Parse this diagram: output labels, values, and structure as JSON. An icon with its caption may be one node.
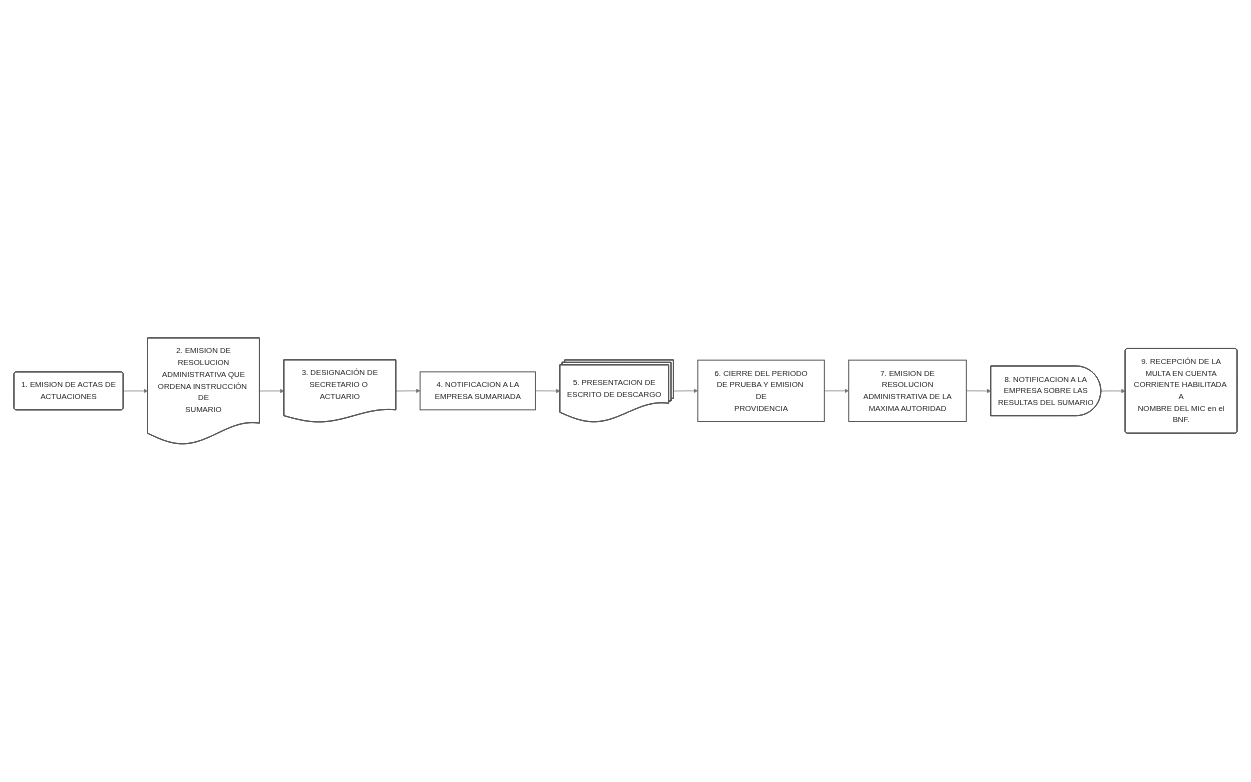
{
  "diagram": {
    "nodes": [
      {
        "text": [
          "1. EMISION DE ACTAS DE ACTUACIONES"
        ]
      },
      {
        "text": [
          "2. EMISION DE RESOLUCION ADMINISTRATIVA QUE ORDENA INSTRUCCIÓN DE SUMARIO"
        ]
      },
      {
        "text": [
          "3. DESIGNACIÓN DE SECRETARIO O ACTUARIO"
        ]
      },
      {
        "text": [
          "4. NOTIFICACION A LA EMPRESA SUMARIADA"
        ]
      },
      {
        "text": [
          "5. PRESENTACION DE ESCRITO DE DESCARGO"
        ]
      },
      {
        "text": [
          "6. CIERRE DEL PERIODO DE PRUEBA Y EMISION DE PROVIDENCIA"
        ]
      },
      {
        "text": [
          "7. EMISION DE RESOLUCION ADMINISTRATIVA DE LA MAXIMA AUTORIDAD"
        ]
      },
      {
        "text": [
          "8. NOTIFICACION A LA EMPRESA SOBRE LAS RESULTAS DEL SUMARIO"
        ]
      },
      {
        "text": [
          "9. RECEPCIÓN DE LA MULTA EN CUENTA CORRIENTE HABILITADA A NOMBRE DEL MIC en el BNF."
        ]
      }
    ],
    "edges": [
      {
        "from": 0,
        "to": 1,
        "arrow": "to"
      },
      {
        "from": 1,
        "to": 2,
        "arrow": "to"
      },
      {
        "from": 2,
        "to": 3,
        "arrow": "to"
      },
      {
        "from": 3,
        "to": 4,
        "arrow": "to"
      },
      {
        "from": 4,
        "to": 5,
        "arrow": "to"
      },
      {
        "from": 5,
        "to": 6,
        "arrow": "to"
      },
      {
        "from": 6,
        "to": 7,
        "arrow": "to"
      },
      {
        "from": 7,
        "to": 8,
        "arrow": "to"
      }
    ]
  }
}
